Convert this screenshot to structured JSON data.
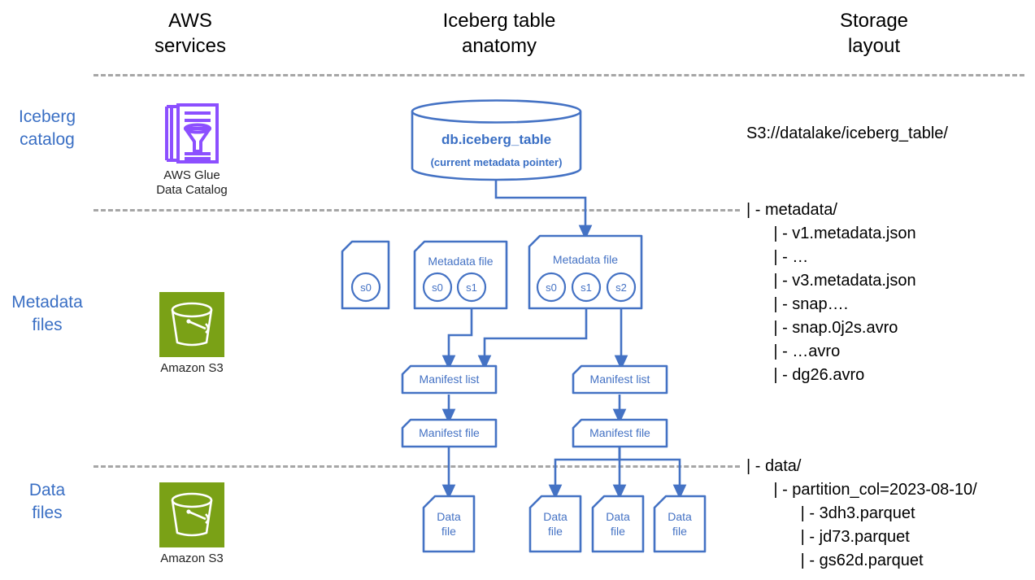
{
  "colors": {
    "accent_blue": "#4472C4",
    "label_blue": "#3A6FC4",
    "glue_purple": "#8C4FFF",
    "s3_green": "#7AA116",
    "dash_gray": "#A6A6A6",
    "text_black": "#000000"
  },
  "columns": [
    {
      "title": "AWS\nservices"
    },
    {
      "title": "Iceberg table\nanatomy"
    },
    {
      "title": "Storage\nlayout"
    }
  ],
  "rows": [
    {
      "label": "Iceberg\ncatalog"
    },
    {
      "label": "Metadata\nfiles"
    },
    {
      "label": "Data\nfiles"
    }
  ],
  "services": [
    {
      "icon": "aws-glue-data-catalog-icon",
      "label": "AWS Glue\nData Catalog"
    },
    {
      "icon": "amazon-s3-bucket-icon",
      "label": "Amazon  S3"
    },
    {
      "icon": "amazon-s3-bucket-icon",
      "label": "Amazon  S3"
    }
  ],
  "anatomy": {
    "catalog_table": {
      "title": "db.iceberg_table",
      "subtitle": "(current metadata pointer)"
    },
    "metadata_files": [
      {
        "label": "",
        "snapshots": [
          "s0"
        ]
      },
      {
        "label": "Metadata file",
        "snapshots": [
          "s0",
          "s1"
        ]
      },
      {
        "label": "Metadata file",
        "snapshots": [
          "s0",
          "s1",
          "s2"
        ]
      }
    ],
    "manifest_lists": [
      {
        "label": "Manifest list"
      },
      {
        "label": "Manifest list"
      }
    ],
    "manifest_files": [
      {
        "label": "Manifest file"
      },
      {
        "label": "Manifest file"
      }
    ],
    "data_files": [
      {
        "label": "Data\nfile"
      },
      {
        "label": "Data\nfile"
      },
      {
        "label": "Data\nfile"
      },
      {
        "label": "Data\nfile"
      }
    ]
  },
  "storage_layout": {
    "root": "S3://datalake/iceberg_table/",
    "metadata_lines": [
      "| - metadata/",
      "      | - v1.metadata.json",
      "      | - …",
      "      | - v3.metadata.json",
      "      | - snap….",
      "      | - snap.0j2s.avro",
      "      | - …avro",
      "      | - dg26.avro"
    ],
    "data_lines": [
      "| - data/",
      "      | - partition_col=2023-08-10/",
      "            | - 3dh3.parquet",
      "            | - jd73.parquet",
      "            | - gs62d.parquet"
    ]
  }
}
